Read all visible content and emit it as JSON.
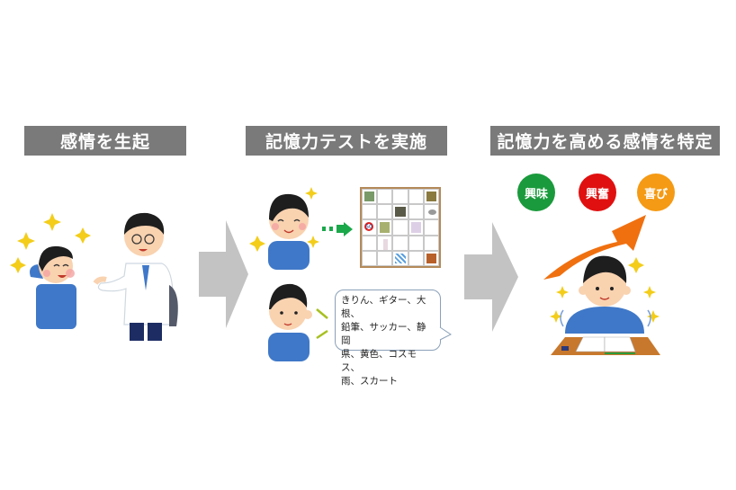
{
  "steps": [
    {
      "title": "感情を生起"
    },
    {
      "title": "記憶力テストを実施"
    },
    {
      "title": "記憶力を高める感情を特定"
    }
  ],
  "word_list": {
    "lines": [
      "きりん、ギター、大根、",
      "鉛筆、サッカー、静岡",
      "県、黄色、コスモス、",
      "雨、スカート"
    ]
  },
  "speed_sign": "50",
  "emotions": [
    {
      "label": "興味",
      "color": "#1a9a3c"
    },
    {
      "label": "興奮",
      "color": "#e01010"
    },
    {
      "label": "喜び",
      "color": "#f59a14"
    }
  ],
  "colors": {
    "header_bg": "#7a7a7a",
    "big_arrow": "#c3c3c3",
    "rise_arrow": "#f07010",
    "green_arrow": "#1aa84a",
    "shirt": "#3f78c8",
    "hair": "#1e1e1e",
    "skin": "#f9d2b0",
    "sparkle": "#f3cd1a",
    "desk": "#c8782c"
  }
}
